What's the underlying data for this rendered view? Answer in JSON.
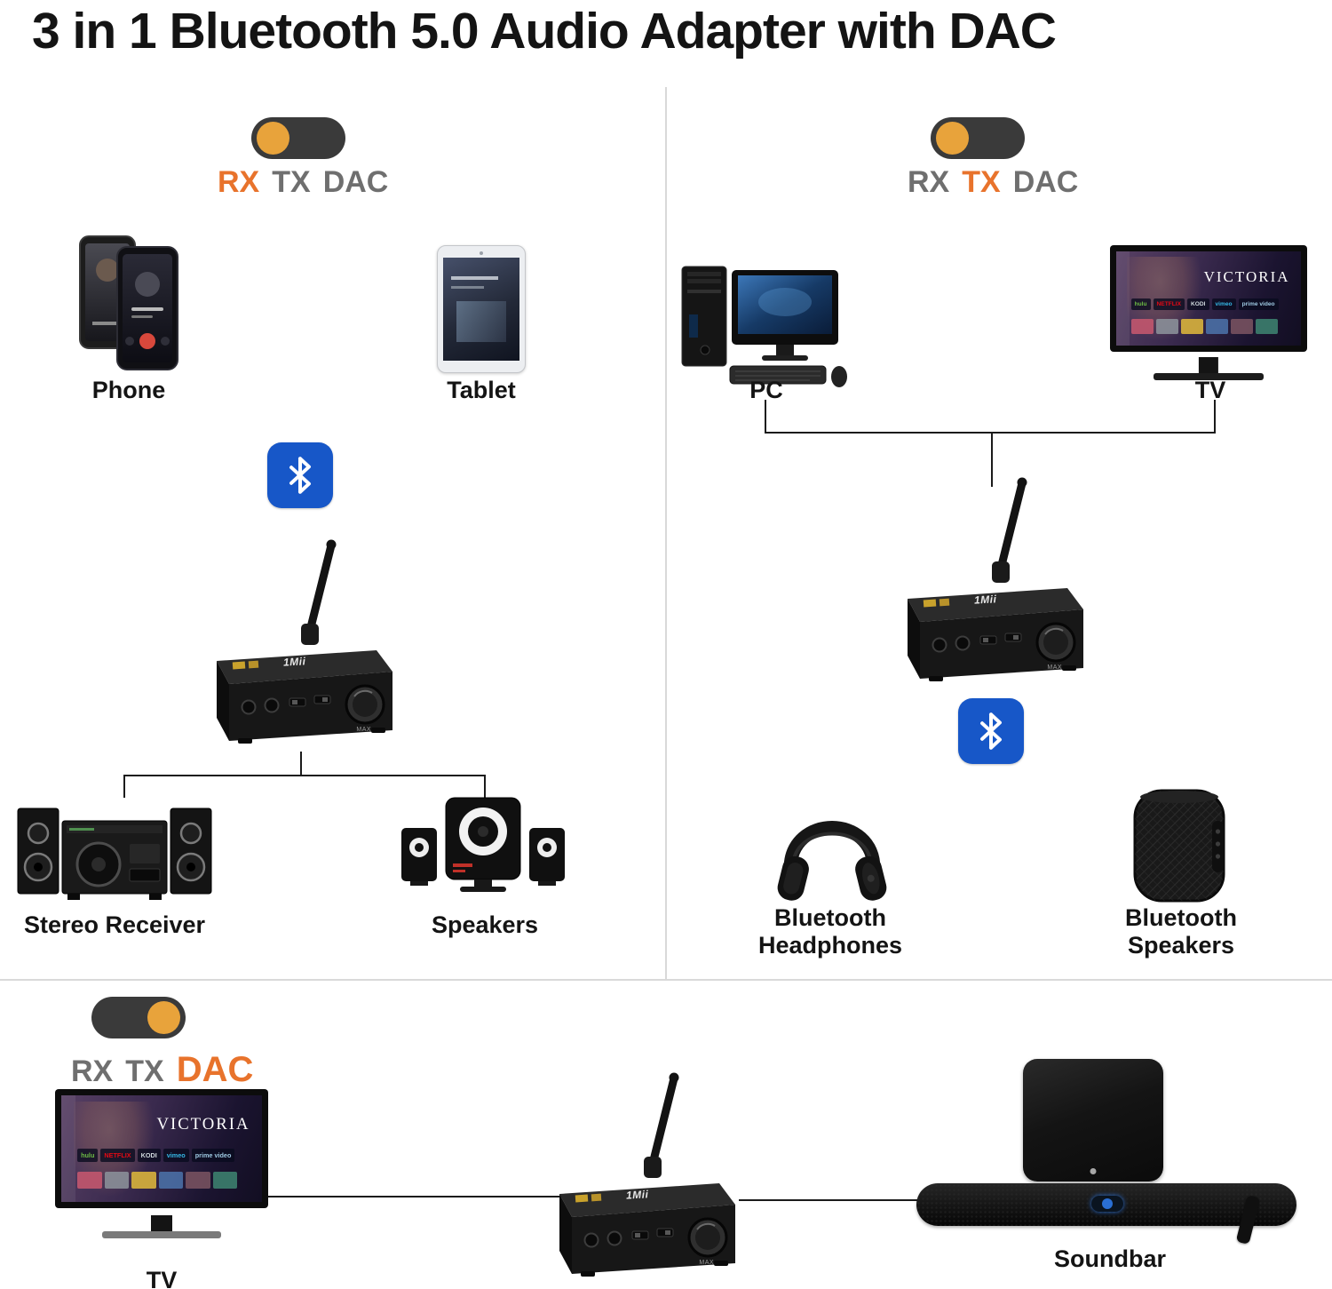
{
  "title": "3 in 1 Bluetooth 5.0 Audio Adapter with DAC",
  "modes": {
    "rx": "RX",
    "tx": "TX",
    "dac": "DAC"
  },
  "labels": {
    "phone": "Phone",
    "tablet": "Tablet",
    "pc": "PC",
    "tv": "TV",
    "stereo_receiver": "Stereo Receiver",
    "speakers": "Speakers",
    "bluetooth": "Bluetooth",
    "headphones": "Headphones",
    "soundbar": "Soundbar"
  },
  "tv_screen": {
    "title": "VICTORIA",
    "apps": [
      "hulu",
      "NETFLIX",
      "KODI",
      "vimeo",
      "prime video"
    ]
  },
  "adapter": {
    "brand": "1Mii",
    "knob_label": "MAX"
  },
  "colors": {
    "accent": "#E8732C",
    "toggle_knob": "#E8A33B",
    "toggle_body": "#3A3A3A",
    "bluetooth_blue": "#1757C8",
    "label_gray": "#6F6F6F"
  }
}
